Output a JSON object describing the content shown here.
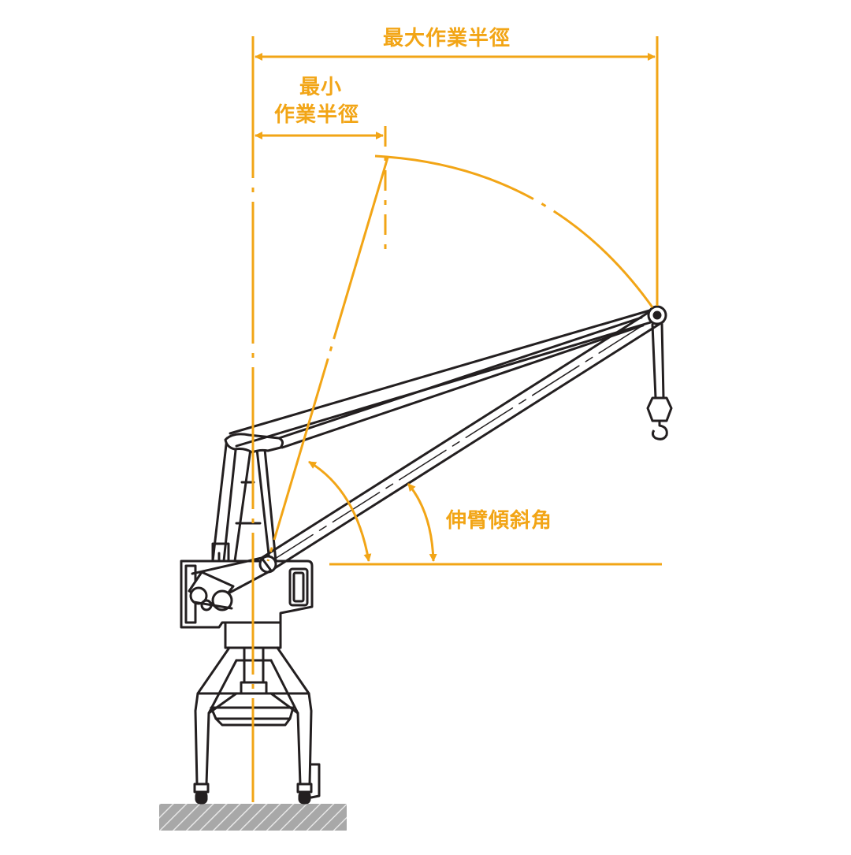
{
  "labels": {
    "max_radius": "最大作業半徑",
    "min_radius_line1": "最小",
    "min_radius_line2": "作業半徑",
    "boom_angle": "伸臂傾斜角"
  },
  "colors": {
    "accent": "#F2A516",
    "line": "#231F20",
    "ground": "#9D9D9D"
  },
  "icons": [
    "crane-drawing",
    "hook-icon",
    "ground-hatch"
  ]
}
